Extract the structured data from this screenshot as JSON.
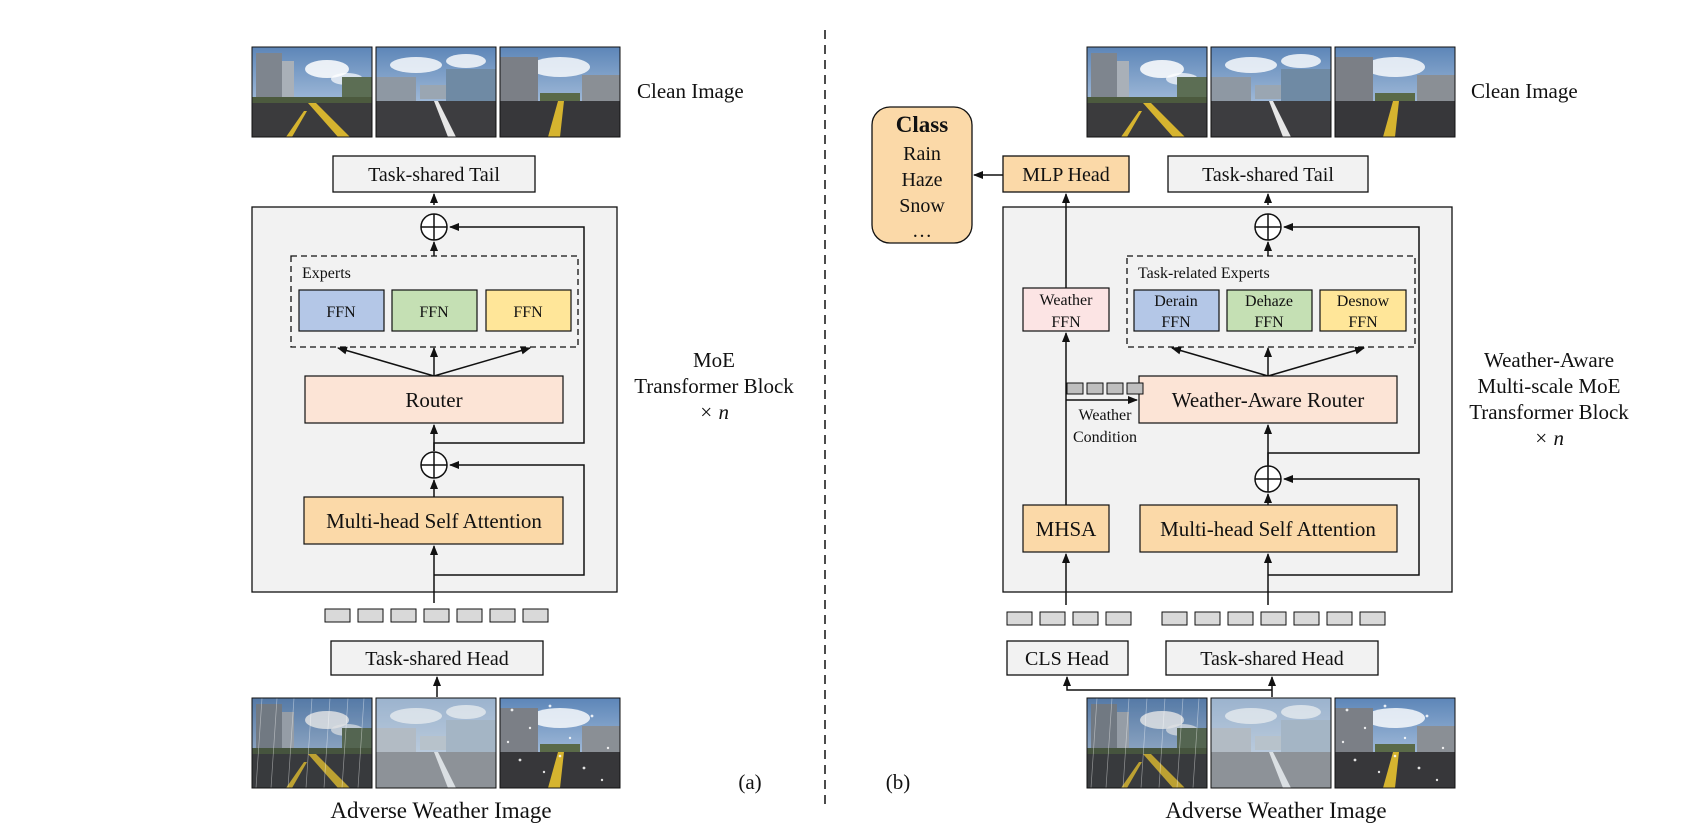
{
  "panel_a": {
    "clean_image_label": "Clean Image",
    "tail_label": "Task-shared Tail",
    "experts_label": "Experts",
    "expert_labels": [
      "FFN",
      "FFN",
      "FFN"
    ],
    "router_label": "Router",
    "mhsa_label": "Multi-head Self Attention",
    "block_label_lines": [
      "MoE",
      "Transformer Block",
      "× n"
    ],
    "head_label": "Task-shared Head",
    "adverse_image_label": "Adverse Weather Image",
    "panel_tag": "(a)"
  },
  "panel_b": {
    "clean_image_label": "Clean Image",
    "class_box": {
      "title": "Class",
      "items": [
        "Rain",
        "Haze",
        "Snow",
        "…"
      ]
    },
    "mlp_head_label": "MLP Head",
    "tail_label": "Task-shared Tail",
    "weather_ffn_lines": [
      "Weather",
      "FFN"
    ],
    "experts_label": "Task-related Experts",
    "experts": [
      {
        "lines": [
          "Derain",
          "FFN"
        ]
      },
      {
        "lines": [
          "Dehaze",
          "FFN"
        ]
      },
      {
        "lines": [
          "Desnow",
          "FFN"
        ]
      }
    ],
    "router_label": "Weather-Aware Router",
    "weather_condition_lines": [
      "Weather",
      "Condition"
    ],
    "mhsa_small_label": "MHSA",
    "mhsa_label": "Multi-head Self Attention",
    "block_label_lines": [
      "Weather-Aware",
      "Multi-scale MoE",
      "Transformer Block",
      "× n"
    ],
    "cls_head_label": "CLS Head",
    "head_label": "Task-shared Head",
    "adverse_image_label": "Adverse Weather Image",
    "panel_tag": "(b)"
  },
  "colors": {
    "block_bg": "#f2f2f2",
    "peach": "#fce4d6",
    "orange": "#fbd9a8",
    "blue": "#b4c7e7",
    "green": "#c5e0b4",
    "yellow": "#ffe699",
    "pink": "#fce4e4",
    "token": "#d9d9d9"
  }
}
